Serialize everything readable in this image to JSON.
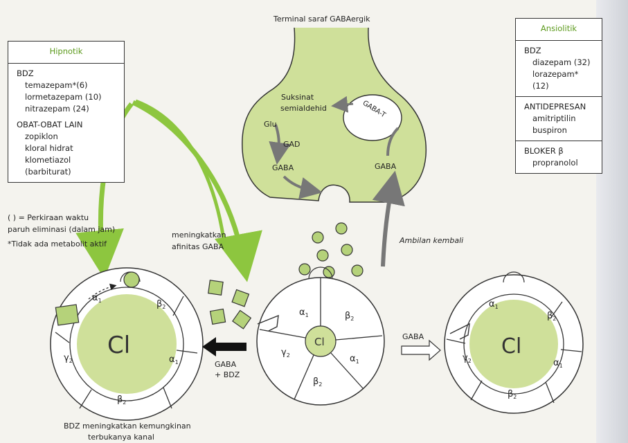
{
  "terminal_title": "Terminal saraf GABAergik",
  "hipnotik": {
    "header": "Hipnotik",
    "bdz_label": "BDZ",
    "bdz_items": [
      "temazepam*(6)",
      "lormetazepam (10)",
      "nitrazepam (24)"
    ],
    "other_label": "OBAT-OBAT LAIN",
    "other_items": [
      "zopiklon",
      "kloral hidrat",
      "klometiazol (barbiturat)"
    ]
  },
  "legend_notes": {
    "line1": "( ) = Perkiraan waktu",
    "line2": "paruh eliminasi (dalam jam)",
    "line3": "*Tidak ada metabolit aktif"
  },
  "ansiolitik": {
    "header": "Ansiolitik",
    "bdz_label": "BDZ",
    "bdz_items": [
      "diazepam (32)",
      "lorazepam*(12)"
    ],
    "antidep_label": "ANTIDEPRESAN",
    "antidep_items": [
      "amitriptilin",
      "buspiron"
    ],
    "beta_label": "BLOKER β",
    "beta_items": [
      "propranolol"
    ]
  },
  "terminal": {
    "suksinat": "Suksinat",
    "semialdehid": "semialdehid",
    "glu": "Glu",
    "gad": "GAD",
    "gaba_left": "GABA",
    "gaba_right": "GABA",
    "gaba_t": "GABA-T"
  },
  "reuptake": "Ambilan kembali",
  "affinity": {
    "line1": "meningkatkan",
    "line2": "afinitas GABA"
  },
  "channel": {
    "cl": "Cl",
    "alpha": "α",
    "beta": "β",
    "gamma": "γ",
    "sub1": "1",
    "sub2": "2"
  },
  "arrow_left_label": {
    "line1": "GABA",
    "line2": "+ BDZ"
  },
  "arrow_right_label": "GABA",
  "caption": {
    "line1": "BDZ meningkatkan kemungkinan",
    "line2": "terbukanya kanal"
  },
  "colors": {
    "green_fill": "#cfe09a",
    "green_dot": "#b5d27a",
    "arrow_green": "#8dc63f",
    "header_green": "#5c9a1c"
  }
}
